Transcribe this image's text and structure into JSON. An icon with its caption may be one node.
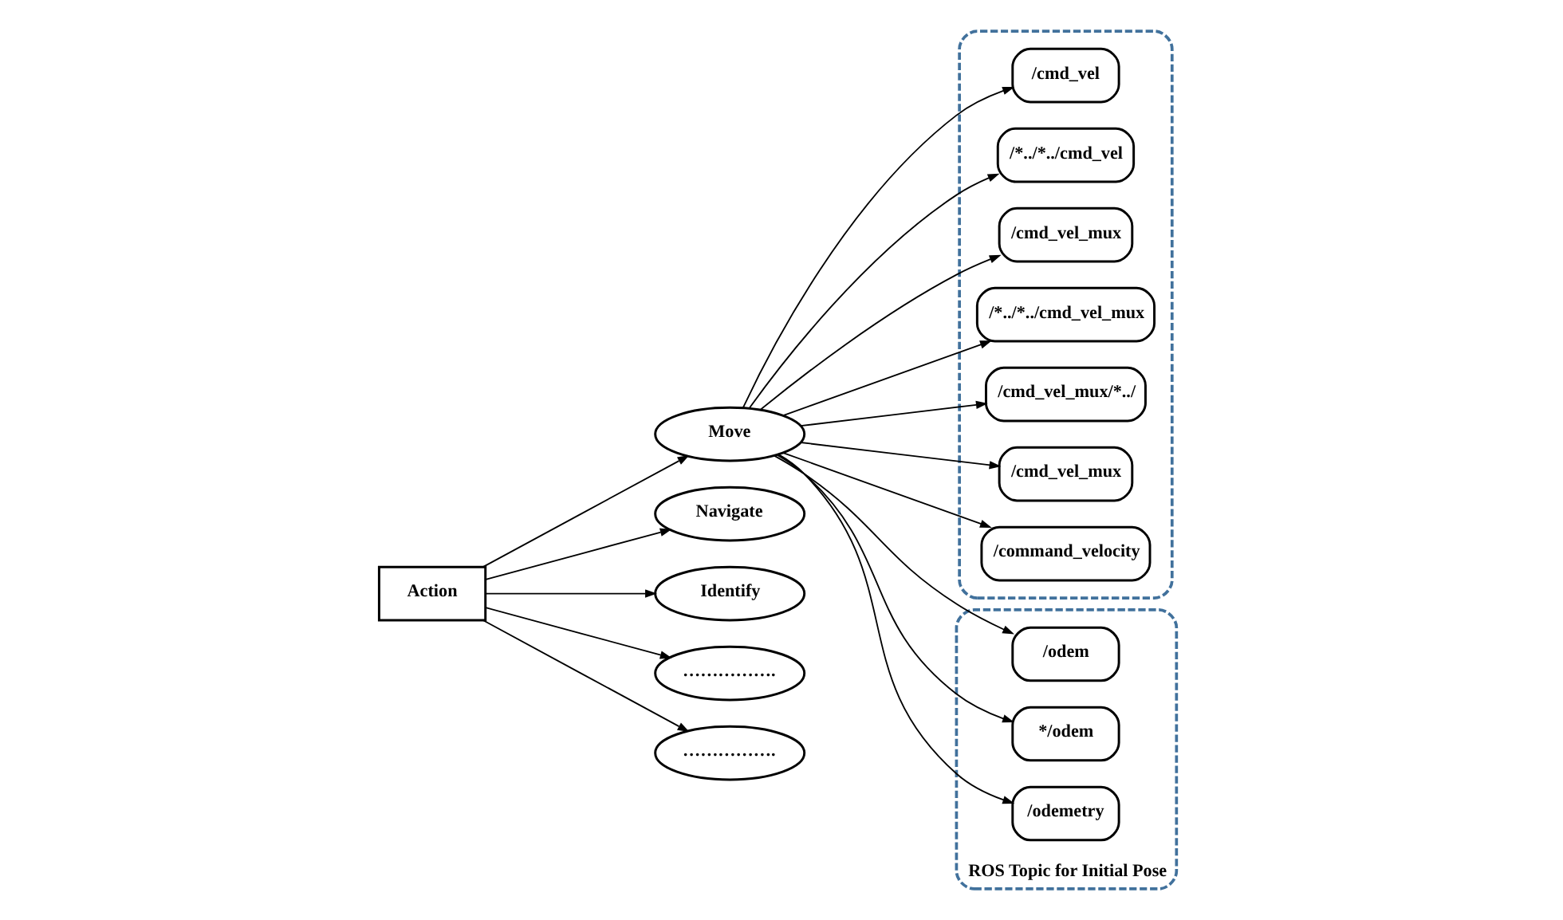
{
  "diagram": {
    "nodes": [
      {
        "text": [
          "Action"
        ]
      },
      {
        "text": [
          "Move"
        ]
      },
      {
        "text": [
          "Navigate"
        ]
      },
      {
        "text": [
          "Identify"
        ]
      },
      {
        "text": [
          "……………."
        ]
      },
      {
        "text": [
          "……………."
        ]
      },
      {
        "text": [
          "ROS Topic for Initial Pose"
        ]
      },
      {
        "text": [
          "/odem"
        ],
        "in": 6
      },
      {
        "text": [
          "*/odem"
        ],
        "in": 6
      },
      {
        "text": [
          "/odemetry"
        ],
        "in": 6
      },
      {
        "text": [],
        "shape": "box"
      },
      {
        "text": [
          "/cmd_vel"
        ],
        "in": 10
      },
      {
        "text": [
          "/*../*../cmd_vel"
        ],
        "in": 10
      },
      {
        "text": [
          "/cmd_vel_mux"
        ],
        "in": 10
      },
      {
        "text": [
          "/*../*../cmd_vel_mux"
        ],
        "in": 10
      },
      {
        "text": [
          "/cmd_vel_mux/*../"
        ],
        "in": 10
      },
      {
        "text": [
          "/cmd_vel_mux"
        ],
        "in": 10
      },
      {
        "text": [
          "/command_velocity"
        ],
        "in": 10
      }
    ],
    "edges": [
      {
        "from": 0,
        "to": 1,
        "arrow": "to"
      },
      {
        "from": 0,
        "to": 2,
        "arrow": "to"
      },
      {
        "from": 0,
        "to": 3,
        "arrow": "to"
      },
      {
        "from": 0,
        "to": 4,
        "arrow": "to"
      },
      {
        "from": 0,
        "to": 5,
        "arrow": "to"
      },
      {
        "from": 1,
        "to": 7,
        "arrow": "to"
      },
      {
        "from": 1,
        "to": 8,
        "arrow": "to"
      },
      {
        "from": 1,
        "to": 9,
        "arrow": "to"
      },
      {
        "from": 1,
        "to": 11,
        "arrow": "to"
      },
      {
        "from": 1,
        "to": 12,
        "arrow": "to"
      },
      {
        "from": 1,
        "to": 13,
        "arrow": "to"
      },
      {
        "from": 1,
        "to": 14,
        "arrow": "to"
      },
      {
        "from": 1,
        "to": 15,
        "arrow": "to"
      },
      {
        "from": 1,
        "to": 16,
        "arrow": "to"
      },
      {
        "from": 1,
        "to": 17,
        "arrow": "to"
      }
    ]
  }
}
